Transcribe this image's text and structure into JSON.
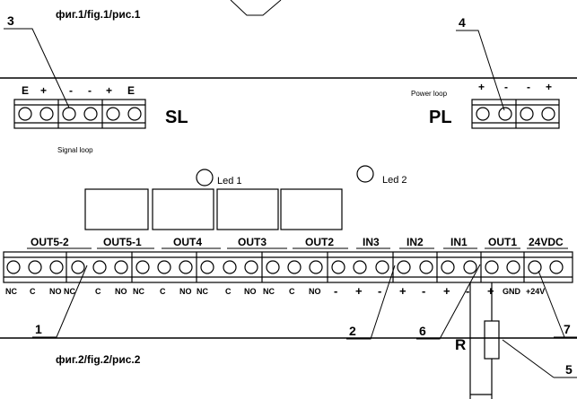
{
  "captions": {
    "fig1": "фиг.1/fig.1/рис.1",
    "fig2": "фиг.2/fig.2/рис.2"
  },
  "sl_block": {
    "polarity_labels": [
      "E",
      "+",
      "-",
      "-",
      "+",
      "E"
    ],
    "name": "SL",
    "caption": "Signal loop"
  },
  "pl_block": {
    "caption": "Power loop",
    "polarity_labels": [
      "+",
      "-",
      "-",
      "+"
    ],
    "name": "PL"
  },
  "leds": [
    {
      "label": "Led 1"
    },
    {
      "label": "Led 2"
    }
  ],
  "terminal_groups": [
    {
      "header": "OUT5-2",
      "pins": [
        "NC",
        "C",
        "NO"
      ]
    },
    {
      "header": "OUT5-1",
      "pins": [
        "NC",
        "C",
        "NO"
      ]
    },
    {
      "header": "OUT4",
      "pins": [
        "NC",
        "C",
        "NO"
      ]
    },
    {
      "header": "OUT3",
      "pins": [
        "NC",
        "C",
        "NO"
      ]
    },
    {
      "header": "OUT2",
      "pins": [
        "NC",
        "C",
        "NO"
      ]
    },
    {
      "header": "IN3",
      "pins": [
        "-",
        "+"
      ]
    },
    {
      "header": "IN2",
      "pins": [
        "-",
        "+"
      ]
    },
    {
      "header": "IN1",
      "pins": [
        "-",
        "+"
      ]
    },
    {
      "header": "OUT1",
      "pins": [
        "-",
        "+"
      ]
    },
    {
      "header": "24VDC",
      "pins": [
        "GND",
        "+24V"
      ]
    }
  ],
  "callouts": [
    "1",
    "2",
    "3",
    "4",
    "5",
    "6",
    "7"
  ],
  "resistor_label": "R"
}
